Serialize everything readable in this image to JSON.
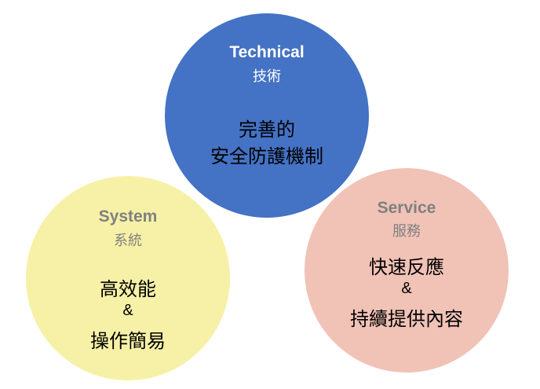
{
  "technical": {
    "title_en": "Technical",
    "title_zh": "技術",
    "line1": "完善的",
    "line2": "安全防護機制",
    "color": "#4472c4"
  },
  "system": {
    "title_en": "System",
    "title_zh": "系統",
    "line1": "高效能",
    "ampersand": "&",
    "line2": "操作簡易",
    "color": "#f6f1a7"
  },
  "service": {
    "title_en": "Service",
    "title_zh": "服務",
    "line1": "快速反應",
    "ampersand": "&",
    "line2": "持續提供內容",
    "color": "#f1c2b6"
  }
}
